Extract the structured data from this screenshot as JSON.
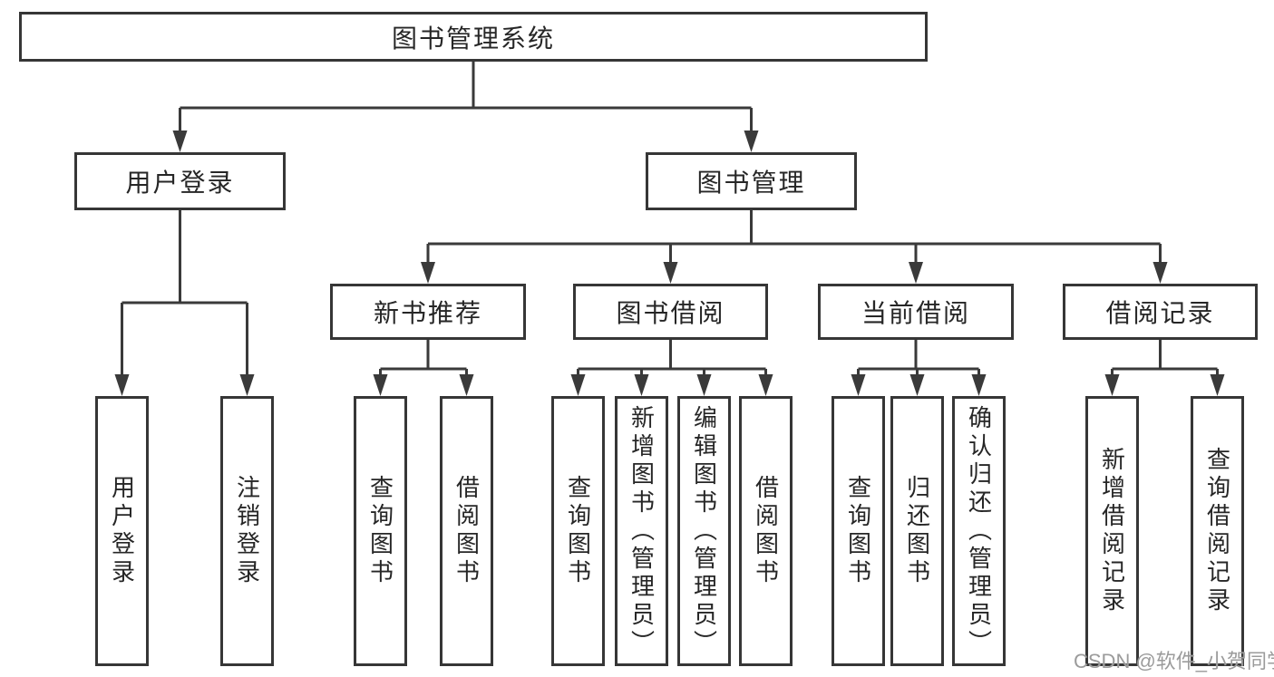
{
  "diagram": {
    "title": "图书管理系统",
    "level2": [
      {
        "label": "用户登录"
      },
      {
        "label": "图书管理"
      }
    ],
    "level3": [
      {
        "label": "新书推荐",
        "parent": "图书管理"
      },
      {
        "label": "图书借阅",
        "parent": "图书管理"
      },
      {
        "label": "当前借阅",
        "parent": "图书管理"
      },
      {
        "label": "借阅记录",
        "parent": "图书管理"
      }
    ],
    "leaves": [
      {
        "label": "用户登录",
        "parent": "用户登录"
      },
      {
        "label": "注销登录",
        "parent": "用户登录"
      },
      {
        "label": "查询图书",
        "parent": "新书推荐"
      },
      {
        "label": "借阅图书",
        "parent": "新书推荐"
      },
      {
        "label": "查询图书",
        "parent": "图书借阅"
      },
      {
        "label": "新增图书（管理员）",
        "parent": "图书借阅"
      },
      {
        "label": "编辑图书（管理员）",
        "parent": "图书借阅"
      },
      {
        "label": "借阅图书",
        "parent": "图书借阅"
      },
      {
        "label": "查询图书",
        "parent": "当前借阅"
      },
      {
        "label": "归还图书",
        "parent": "当前借阅"
      },
      {
        "label": "确认归还（管理员）",
        "parent": "当前借阅"
      },
      {
        "label": "新增借阅记录",
        "parent": "借阅记录"
      },
      {
        "label": "查询借阅记录",
        "parent": "借阅记录"
      }
    ],
    "colors": {
      "line": "#3a3a3a",
      "box_border": "#363636",
      "text": "#262626",
      "background": "#ffffff",
      "watermark": "#9b9b9b"
    }
  },
  "watermark": {
    "text": "CSDN @软件_小贺同学"
  }
}
